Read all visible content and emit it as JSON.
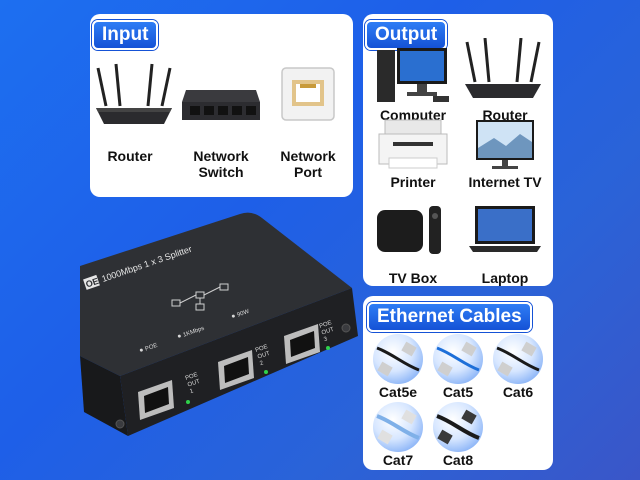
{
  "input": {
    "title": "Input",
    "items": [
      {
        "label": "Router",
        "icon": "router-icon"
      },
      {
        "label": "Network\nSwitch",
        "icon": "network-switch-icon"
      },
      {
        "label": "Network\nPort",
        "icon": "network-port-icon"
      }
    ]
  },
  "output": {
    "title": "Output",
    "items": [
      {
        "label": "Computer",
        "icon": "computer-icon"
      },
      {
        "label": "Router",
        "icon": "router-icon"
      },
      {
        "label": "Printer",
        "icon": "printer-icon"
      },
      {
        "label": "Internet TV",
        "icon": "tv-icon"
      },
      {
        "label": "TV Box",
        "icon": "tv-box-icon"
      },
      {
        "label": "Laptop",
        "icon": "laptop-icon"
      }
    ]
  },
  "cables": {
    "title": "Ethernet Cables",
    "items": [
      {
        "label": "Cat5e",
        "color": "#1a1a1a"
      },
      {
        "label": "Cat5",
        "color": "#1e6fd8"
      },
      {
        "label": "Cat6",
        "color": "#1a1a1a"
      },
      {
        "label": "Cat7",
        "color": "#7fb0e8"
      },
      {
        "label": "Cat8",
        "color": "#1a1a1a"
      }
    ]
  },
  "device": {
    "brand_prefix": "OE",
    "title": "1000Mbps 1 x 3 Splitter",
    "indicators": [
      "POE",
      "1KMbps",
      "90W"
    ],
    "ports": [
      "POE OUT 1",
      "POE OUT 2",
      "POE OUT 3"
    ],
    "port_lines": [
      [
        "POE",
        "OUT",
        "1"
      ],
      [
        "POE",
        "OUT",
        "2"
      ],
      [
        "POE",
        "OUT",
        "3"
      ]
    ],
    "body_color": "#2b2d31",
    "led_color": "#2fd14a"
  }
}
